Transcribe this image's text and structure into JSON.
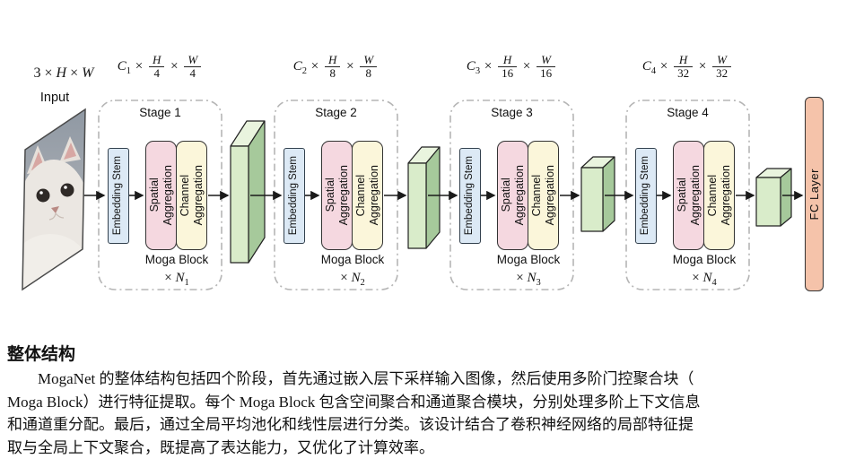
{
  "diagram": {
    "input": {
      "dims": {
        "n": "3",
        "times": "×",
        "h": "H",
        "w": "W"
      },
      "label": "Input",
      "image": "cat-photo"
    },
    "stages": [
      {
        "title": "Stage 1",
        "dim": {
          "c": "C",
          "c_sub": "1",
          "times": "×",
          "num1": "H",
          "den1": "4",
          "num2": "W",
          "den2": "4"
        },
        "stem": "Embedding Stem",
        "spatial": "Spatial\nAggregation",
        "channel": "Channel\nAggregation",
        "block": "Moga Block",
        "repeat": {
          "times": "×",
          "var": "N",
          "sub": "1"
        }
      },
      {
        "title": "Stage 2",
        "dim": {
          "c": "C",
          "c_sub": "2",
          "times": "×",
          "num1": "H",
          "den1": "8",
          "num2": "W",
          "den2": "8"
        },
        "stem": "Embedding Stem",
        "spatial": "Spatial\nAggregation",
        "channel": "Channel\nAggregation",
        "block": "Moga Block",
        "repeat": {
          "times": "×",
          "var": "N",
          "sub": "2"
        }
      },
      {
        "title": "Stage 3",
        "dim": {
          "c": "C",
          "c_sub": "3",
          "times": "×",
          "num1": "H",
          "den1": "16",
          "num2": "W",
          "den2": "16"
        },
        "stem": "Embedding Stem",
        "spatial": "Spatial\nAggregation",
        "channel": "Channel\nAggregation",
        "block": "Moga Block",
        "repeat": {
          "times": "×",
          "var": "N",
          "sub": "3"
        }
      },
      {
        "title": "Stage 4",
        "dim": {
          "c": "C",
          "c_sub": "4",
          "times": "×",
          "num1": "H",
          "den1": "32",
          "num2": "W",
          "den2": "32"
        },
        "stem": "Embedding Stem",
        "spatial": "Spatial\nAggregation",
        "channel": "Channel\nAggregation",
        "block": "Moga Block",
        "repeat": {
          "times": "×",
          "var": "N",
          "sub": "4"
        }
      }
    ],
    "fc_label": "FC Layer",
    "colors": {
      "stem_fill": "#dce9f5",
      "spatial_fill": "#f5d8e0",
      "channel_fill": "#fbf6da",
      "slab_front": "#d9ecca",
      "slab_top": "#e9f4de",
      "slab_side": "#a6c99b",
      "fc_fill": "#f5c3aa",
      "box_border": "#333333",
      "stage_border": "#b5b5b5",
      "arrow": "#1a1a1a"
    }
  },
  "caption": {
    "heading": "整体结构",
    "lines": [
      "MogaNet 的整体结构包括四个阶段，首先通过嵌入层下采样输入图像，然后使用多阶门控聚合块（",
      "Moga Block）进行特征提取。每个 Moga Block 包含空间聚合和通道聚合模块，分别处理多阶上下文信息",
      "和通道重分配。最后，通过全局平均池化和线性层进行分类。该设计结合了卷积神经网络的局部特征提",
      "取与全局上下文聚合，既提高了表达能力，又优化了计算效率。"
    ]
  }
}
